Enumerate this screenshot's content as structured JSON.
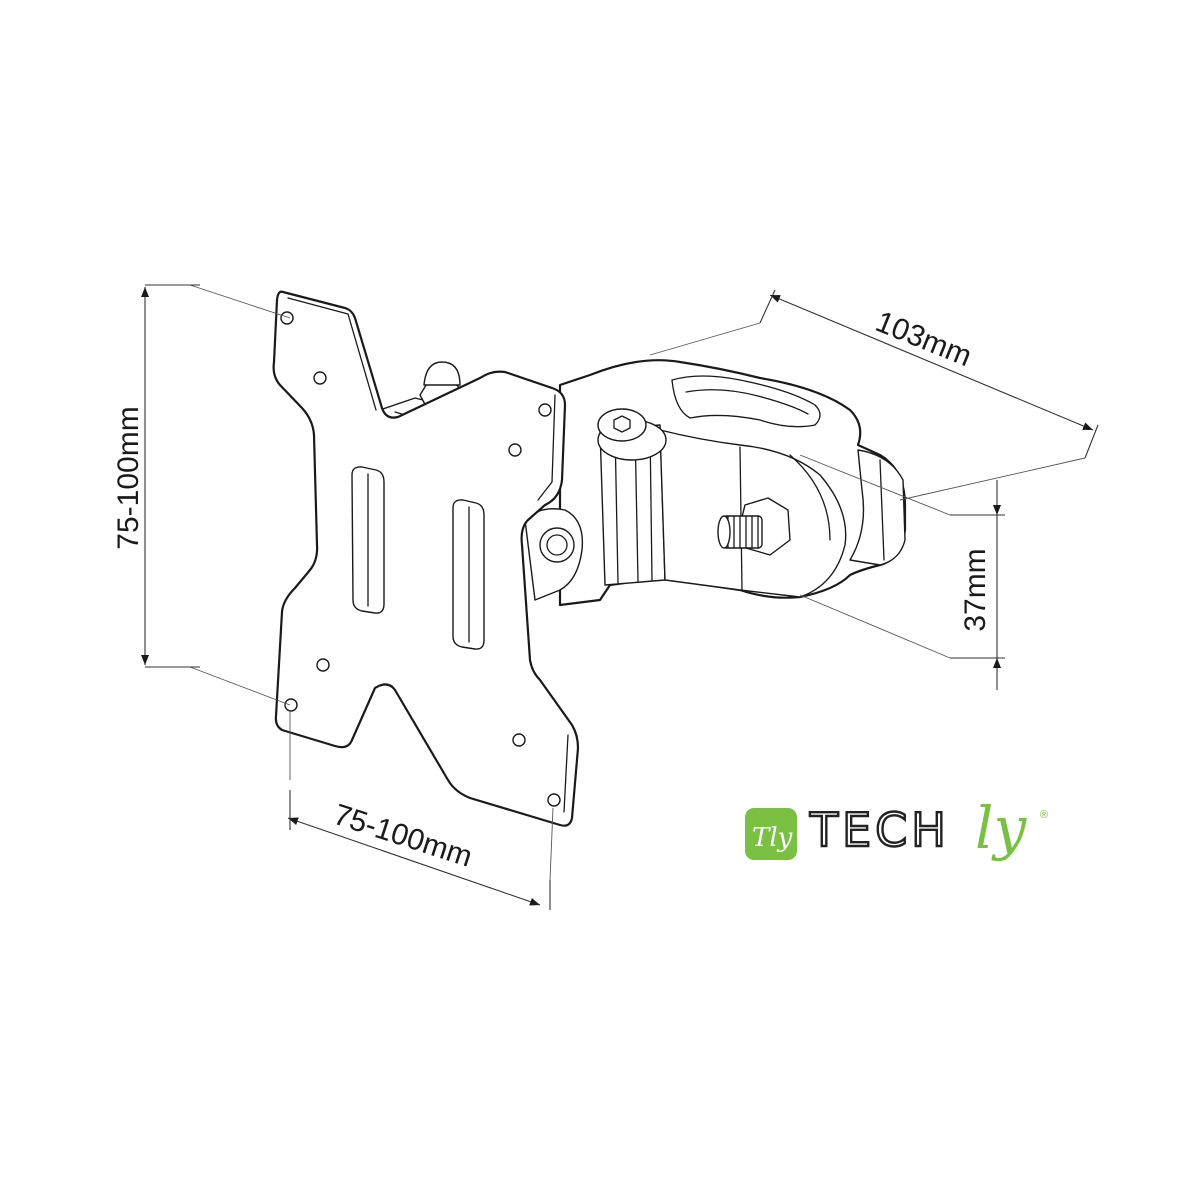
{
  "dimensions": {
    "plate_height_label": "75-100mm",
    "plate_width_label": "75-100mm",
    "arm_length_label": "103mm",
    "clamp_height_label": "37mm"
  },
  "brand": {
    "mark_text": "Tly",
    "word_main": "TECH",
    "word_suffix": "ly",
    "registered": "®",
    "accent_color": "#7ac143"
  }
}
